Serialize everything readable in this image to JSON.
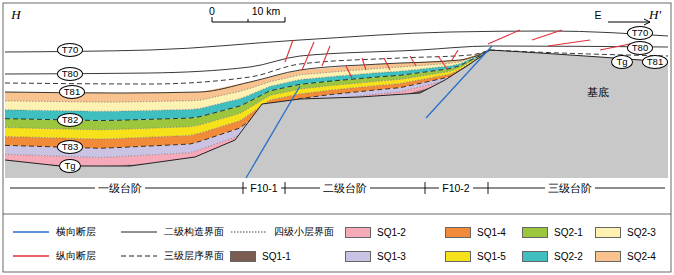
{
  "diagram": {
    "nodes": [
      {
        "text": [
          "T70"
        ]
      },
      {
        "text": [
          "T80"
        ]
      },
      {
        "text": [
          "T81"
        ]
      },
      {
        "text": [
          "T82"
        ]
      },
      {
        "text": [
          "T83"
        ]
      },
      {
        "text": [
          "Tg"
        ]
      },
      {
        "text": [
          "T70"
        ]
      },
      {
        "text": [
          "T80"
        ]
      },
      {
        "text": [
          "Tg"
        ]
      },
      {
        "text": [
          "T81"
        ]
      }
    ],
    "labels": [
      "H",
      "H'",
      "0",
      "10 km",
      "E",
      "基底",
      "一级台阶",
      "F10-1",
      "二级台阶",
      "F10-2",
      "三级台阶"
    ],
    "legend": [
      {
        "text": "横向断层"
      },
      {
        "text": "二级构造界面"
      },
      {
        "text": "四级小层界面"
      },
      {
        "text": "SQ1-2",
        "color": "#f6a9b9"
      },
      {
        "text": "SQ1-4",
        "color": "#f18b3a"
      },
      {
        "text": "SQ2-1",
        "color": "#9dc63f"
      },
      {
        "text": "SQ2-3",
        "color": "#fdf2b1"
      },
      {
        "text": "纵向断层"
      },
      {
        "text": "三级层序界面"
      },
      {
        "text": "SQ1-1",
        "color": "#7b5c50"
      },
      {
        "text": "SQ1-3",
        "color": "#cbc3e3"
      },
      {
        "text": "SQ1-5",
        "color": "#f7e11b"
      },
      {
        "text": "SQ2-2",
        "color": "#3fbfc0"
      },
      {
        "text": "SQ2-4",
        "color": "#f8c38f"
      }
    ]
  }
}
